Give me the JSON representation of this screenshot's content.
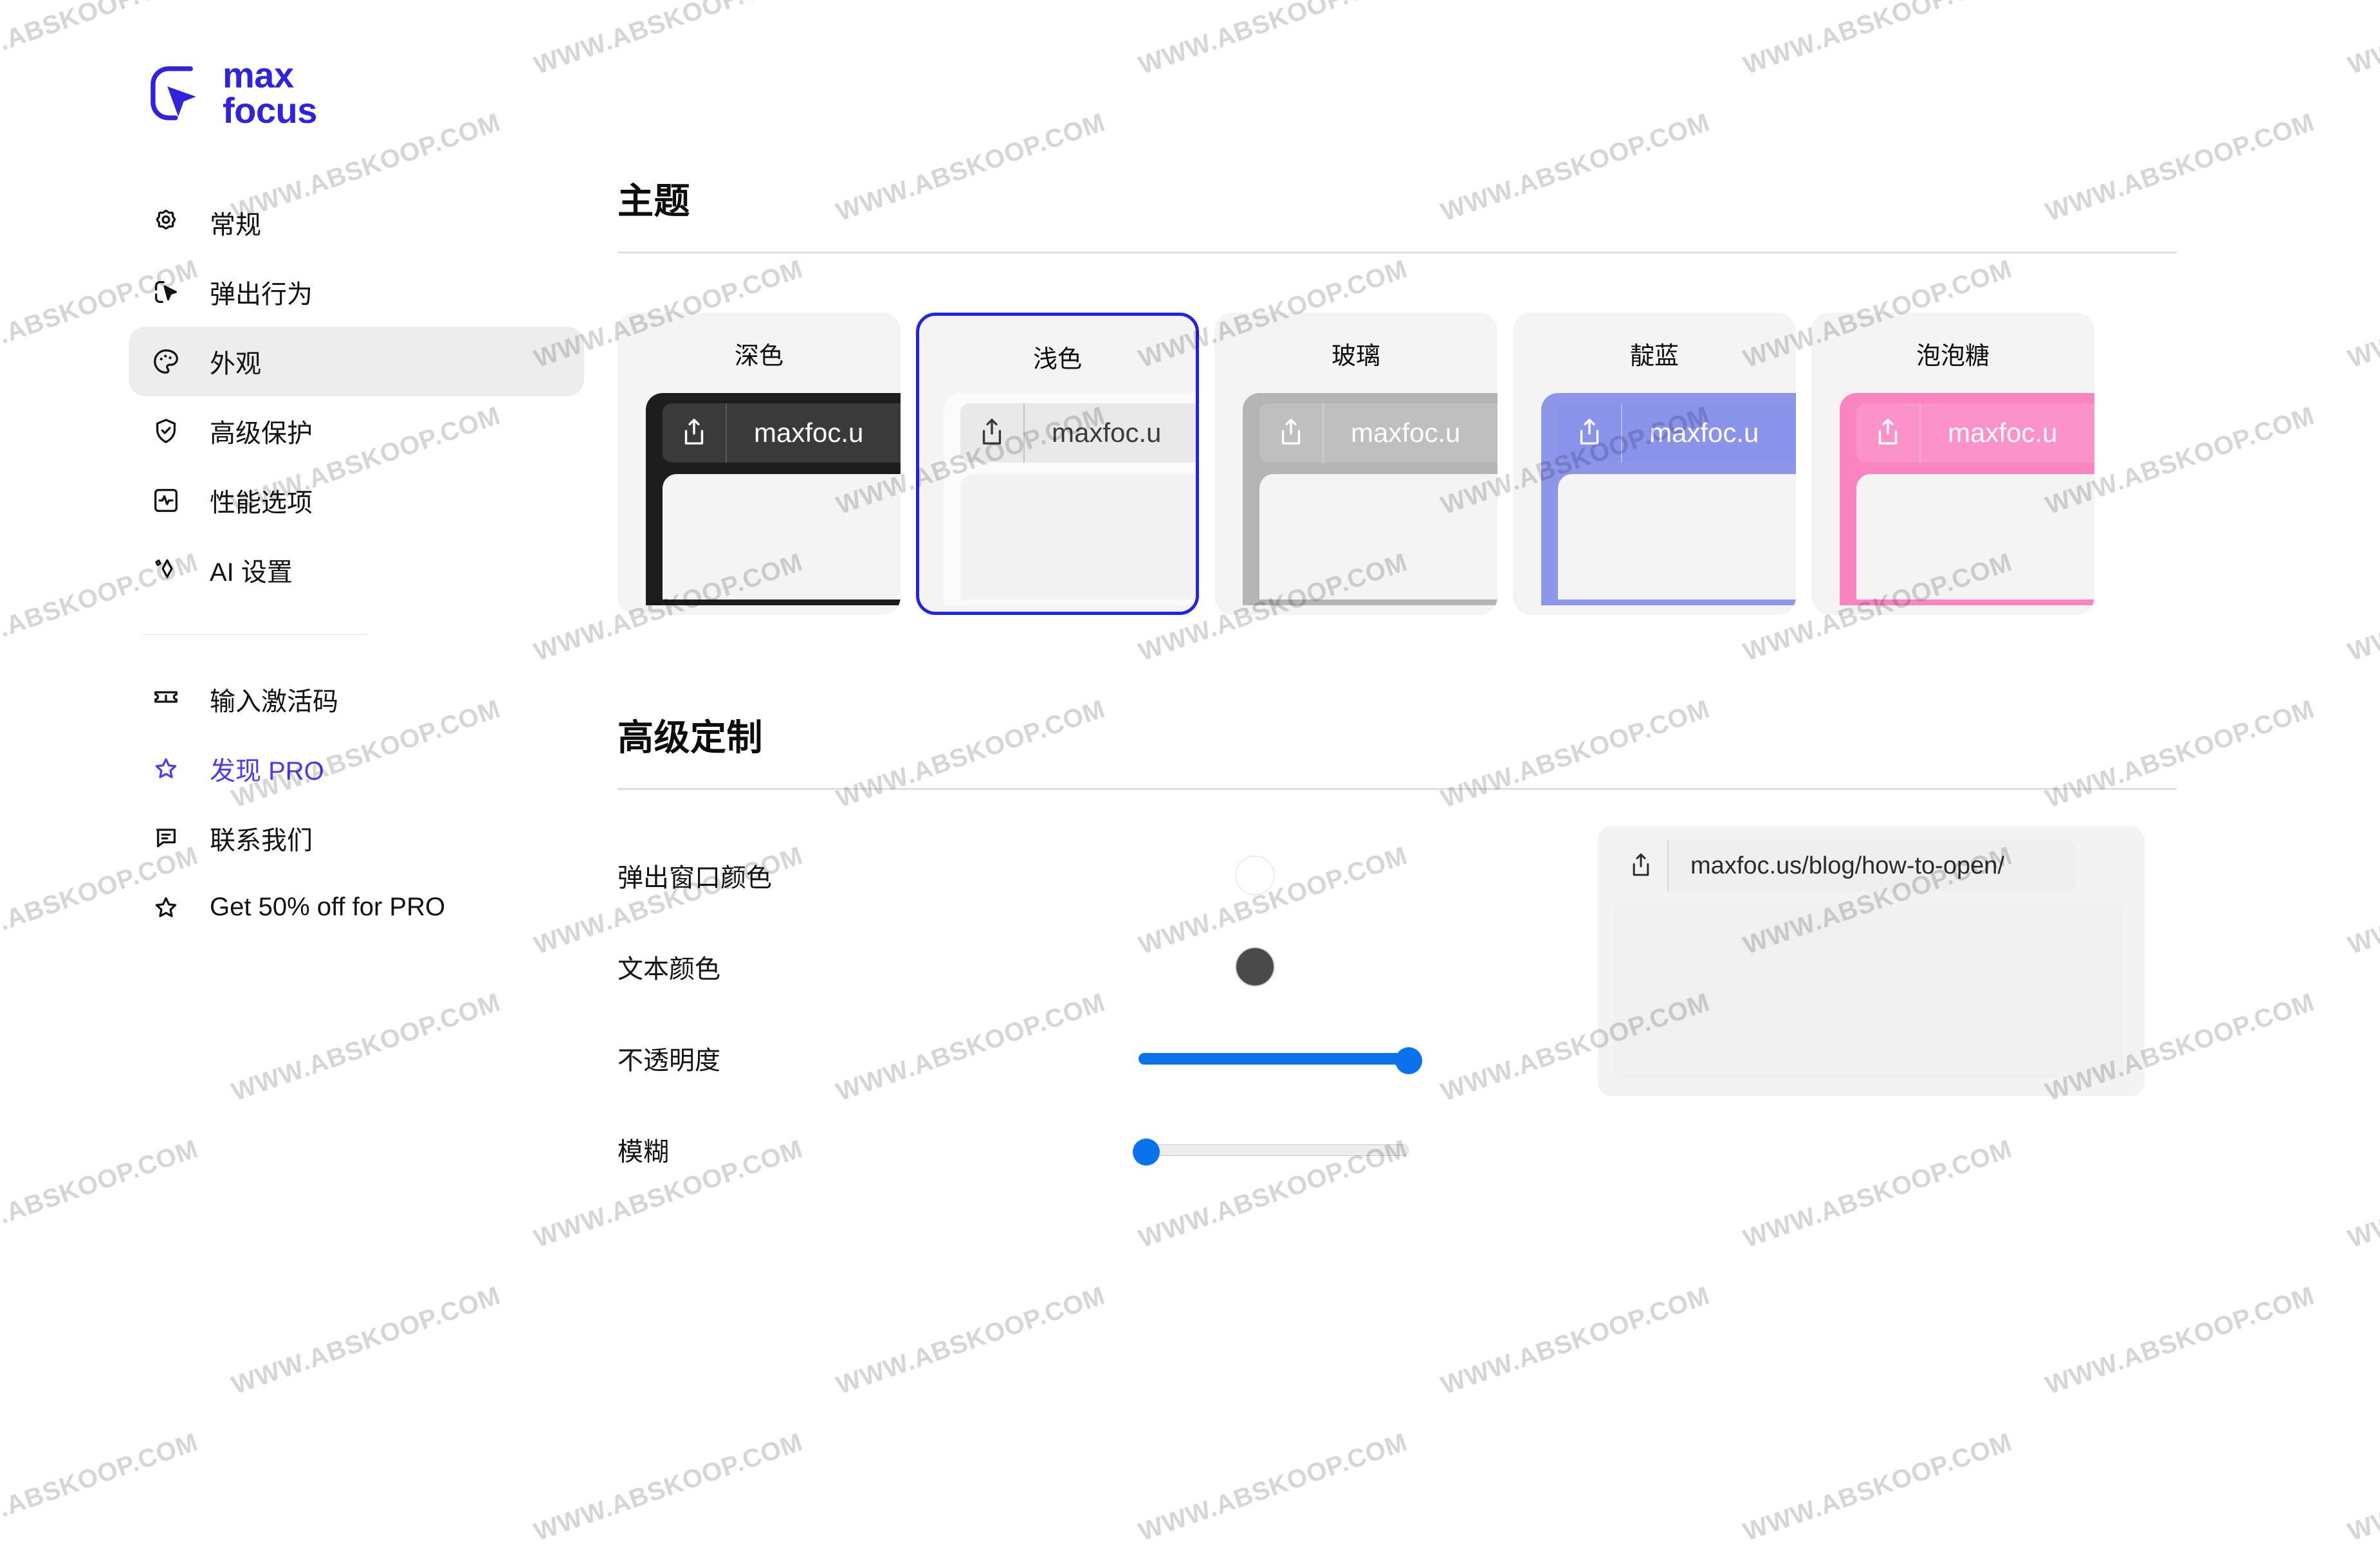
{
  "brand": {
    "line1": "max",
    "line2": "focus",
    "color": "#2f23e0",
    "icon": "cursor-in-rounded-square"
  },
  "sidebar": {
    "items": [
      {
        "label": "常规",
        "icon": "gear-icon",
        "selected": false,
        "accent": false
      },
      {
        "label": "弹出行为",
        "icon": "cursor-click-icon",
        "selected": false,
        "accent": false
      },
      {
        "label": "外观",
        "icon": "palette-icon",
        "selected": true,
        "accent": false
      },
      {
        "label": "高级保护",
        "icon": "shield-check-icon",
        "selected": false,
        "accent": false
      },
      {
        "label": "性能选项",
        "icon": "activity-square-icon",
        "selected": false,
        "accent": false
      },
      {
        "label": "AI 设置",
        "icon": "sparkle-icon",
        "selected": false,
        "accent": false
      }
    ],
    "items_bottom": [
      {
        "label": "输入激活码",
        "icon": "ticket-icon",
        "accent": false
      },
      {
        "label": "发现 PRO",
        "icon": "star-icon",
        "accent": true
      },
      {
        "label": "联系我们",
        "icon": "message-icon",
        "accent": false
      },
      {
        "label": "Get 50% off for PRO",
        "icon": "star-icon",
        "accent": false
      }
    ],
    "accent_color": "#4a3dee"
  },
  "theme_section": {
    "title": "主题",
    "cards": [
      {
        "label": "深色",
        "url": "maxfoc.u",
        "frame_color": "#1d1d1d",
        "bar_color": "#3a3a3a",
        "sep_color": "#5a5a5a",
        "url_color": "#ffffff",
        "icon_color": "#ffffff",
        "body_color": "#f4f4f4",
        "selected": false
      },
      {
        "label": "浅色",
        "url": "maxfoc.u",
        "frame_color": "#fbfbfb",
        "bar_color": "#e9e9e9",
        "sep_color": "#c3c3c3",
        "url_color": "#3b3b3b",
        "icon_color": "#3b3b3b",
        "body_color": "#f2f2f2",
        "selected": true
      },
      {
        "label": "玻璃",
        "url": "maxfoc.u",
        "frame_color": "#b4b4b4",
        "bar_color": "#bfbfbf",
        "sep_color": "#cfcfcf",
        "url_color": "#ffffff",
        "icon_color": "#ffffff",
        "body_color": "#f4f4f4",
        "selected": false
      },
      {
        "label": "靛蓝",
        "url": "maxfoc.u",
        "frame_color": "#8e96ea",
        "bar_color": "#8a93ec",
        "sep_color": "#b3b9f4",
        "url_color": "#ffffff",
        "icon_color": "#ffffff",
        "body_color": "#f4f4f4",
        "selected": false
      },
      {
        "label": "泡泡糖",
        "url": "maxfoc.u",
        "frame_color": "#fb83c0",
        "bar_color": "#fb92c9",
        "sep_color": "#fdb3d9",
        "url_color": "#ffffff",
        "icon_color": "#ffffff",
        "body_color": "#f4f4f4",
        "selected": false
      }
    ],
    "selected_border_color": "#2222e8"
  },
  "advanced_section": {
    "title": "高级定制",
    "rows": [
      {
        "label": "弹出窗口颜色",
        "type": "color",
        "value": "#ffffff"
      },
      {
        "label": "文本颜色",
        "type": "color",
        "value": "#4a4a4a"
      },
      {
        "label": "不透明度",
        "type": "slider",
        "value": 100
      },
      {
        "label": "模糊",
        "type": "slider",
        "value": 0
      }
    ],
    "slider_color": "#0b72ed",
    "preview": {
      "url": "maxfoc.us/blog/how-to-open/",
      "share_icon": "share-icon"
    }
  },
  "watermark": {
    "text": "WWW.ABSKOOP.COM"
  }
}
